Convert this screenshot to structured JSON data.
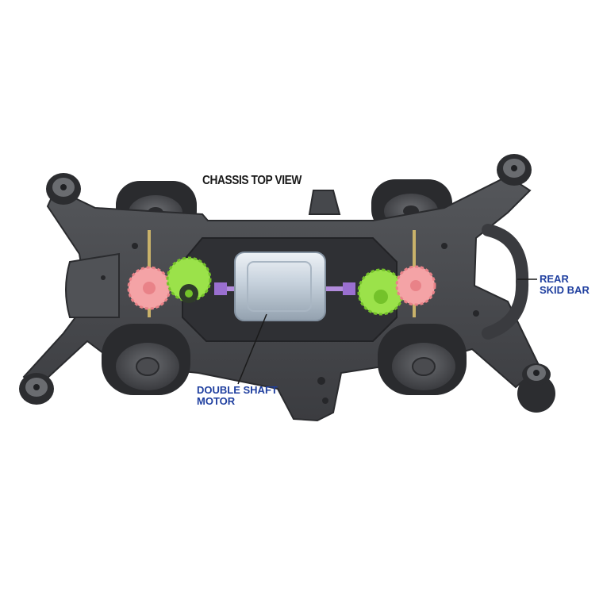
{
  "diagram": {
    "title": "CHASSIS TOP VIEW",
    "labels": {
      "motor_line1": "DOUBLE SHAFT",
      "motor_line2": "MOTOR",
      "skid_line1": "REAR",
      "skid_line2": "SKID BAR"
    },
    "colors": {
      "chassis": "#46484c",
      "chassis_dark": "#2c2d30",
      "tire": "#2a2b2e",
      "motor": "#c8d3de",
      "gear_pink": "#f4a3a6",
      "gear_green": "#9be24a",
      "label_blue": "#1f3f9f",
      "title": "#1a1a1a"
    }
  }
}
